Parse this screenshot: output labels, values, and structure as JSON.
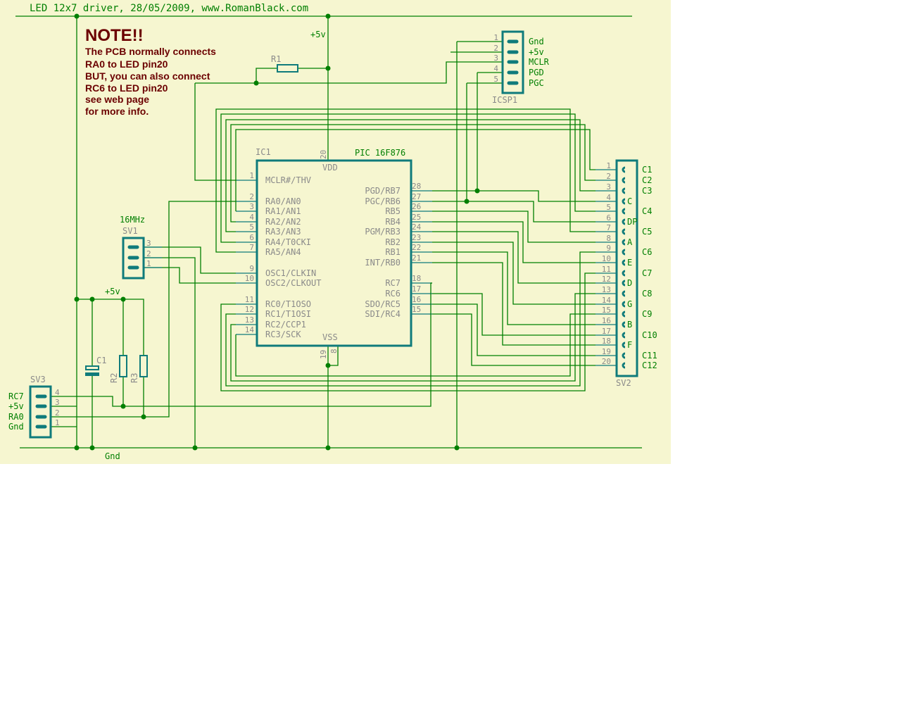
{
  "title": "LED 12x7 driver, 28/05/2009, www.RomanBlack.com",
  "note": {
    "heading": "NOTE!!",
    "lines": [
      "The PCB normally connects",
      "RA0 to LED pin20",
      "BUT, you can also connect",
      "RC6 to LED pin20",
      "see web page",
      "for more info."
    ]
  },
  "nets": {
    "vcc_top": "+5v",
    "vcc_left": "+5v",
    "gnd": "Gnd"
  },
  "parts": {
    "r1": "R1",
    "r2": "R2",
    "r3": "R3",
    "c1": "C1"
  },
  "ic1": {
    "name": "IC1",
    "part": "PIC 16F876",
    "vdd": "VDD",
    "vss": "VSS",
    "vdd_pin": "20",
    "vss_pins": [
      "19",
      "8"
    ],
    "left_pins": [
      {
        "num": "1",
        "label": "MCLR#/THV"
      },
      {
        "num": "2",
        "label": "RA0/AN0"
      },
      {
        "num": "3",
        "label": "RA1/AN1"
      },
      {
        "num": "4",
        "label": "RA2/AN2"
      },
      {
        "num": "5",
        "label": "RA3/AN3"
      },
      {
        "num": "6",
        "label": "RA4/T0CKI"
      },
      {
        "num": "7",
        "label": "RA5/AN4"
      },
      {
        "num": "9",
        "label": "OSC1/CLKIN"
      },
      {
        "num": "10",
        "label": "OSC2/CLKOUT"
      },
      {
        "num": "11",
        "label": "RC0/T1OSO"
      },
      {
        "num": "12",
        "label": "RC1/T1OSI"
      },
      {
        "num": "13",
        "label": "RC2/CCP1"
      },
      {
        "num": "14",
        "label": "RC3/SCK"
      }
    ],
    "right_pins": [
      {
        "num": "28",
        "label": "PGD/RB7"
      },
      {
        "num": "27",
        "label": "PGC/RB6"
      },
      {
        "num": "26",
        "label": "RB5"
      },
      {
        "num": "25",
        "label": "RB4"
      },
      {
        "num": "24",
        "label": "PGM/RB3"
      },
      {
        "num": "23",
        "label": "RB2"
      },
      {
        "num": "22",
        "label": "RB1"
      },
      {
        "num": "21",
        "label": "INT/RB0"
      },
      {
        "num": "18",
        "label": "RC7"
      },
      {
        "num": "17",
        "label": "RC6"
      },
      {
        "num": "16",
        "label": "SDO/RC5"
      },
      {
        "num": "15",
        "label": "SDI/RC4"
      }
    ]
  },
  "icsp1": {
    "name": "ICSP1",
    "pins": [
      {
        "num": "1",
        "label": "Gnd"
      },
      {
        "num": "2",
        "label": "+5v"
      },
      {
        "num": "3",
        "label": "MCLR"
      },
      {
        "num": "4",
        "label": "PGD"
      },
      {
        "num": "5",
        "label": "PGC"
      }
    ]
  },
  "sv1": {
    "name": "SV1",
    "label": "16MHz",
    "pins": [
      "3",
      "2",
      "1"
    ]
  },
  "sv3": {
    "name": "SV3",
    "pins": [
      {
        "num": "4",
        "label": "RC7"
      },
      {
        "num": "3",
        "label": "+5v"
      },
      {
        "num": "2",
        "label": "RA0"
      },
      {
        "num": "1",
        "label": "Gnd"
      }
    ]
  },
  "sv2": {
    "name": "SV2",
    "pins": [
      {
        "num": "1",
        "seg": "",
        "col": "C1"
      },
      {
        "num": "2",
        "seg": "",
        "col": "C2"
      },
      {
        "num": "3",
        "seg": "",
        "col": "C3"
      },
      {
        "num": "4",
        "seg": "C",
        "col": ""
      },
      {
        "num": "5",
        "seg": "",
        "col": "C4"
      },
      {
        "num": "6",
        "seg": "DP",
        "col": ""
      },
      {
        "num": "7",
        "seg": "",
        "col": "C5"
      },
      {
        "num": "8",
        "seg": "A",
        "col": ""
      },
      {
        "num": "9",
        "seg": "",
        "col": "C6"
      },
      {
        "num": "10",
        "seg": "E",
        "col": ""
      },
      {
        "num": "11",
        "seg": "",
        "col": "C7"
      },
      {
        "num": "12",
        "seg": "D",
        "col": ""
      },
      {
        "num": "13",
        "seg": "",
        "col": "C8"
      },
      {
        "num": "14",
        "seg": "G",
        "col": ""
      },
      {
        "num": "15",
        "seg": "",
        "col": "C9"
      },
      {
        "num": "16",
        "seg": "B",
        "col": ""
      },
      {
        "num": "17",
        "seg": "",
        "col": "C10"
      },
      {
        "num": "18",
        "seg": "F",
        "col": ""
      },
      {
        "num": "19",
        "seg": "",
        "col": "C11"
      },
      {
        "num": "20",
        "seg": "",
        "col": "C12"
      }
    ]
  }
}
